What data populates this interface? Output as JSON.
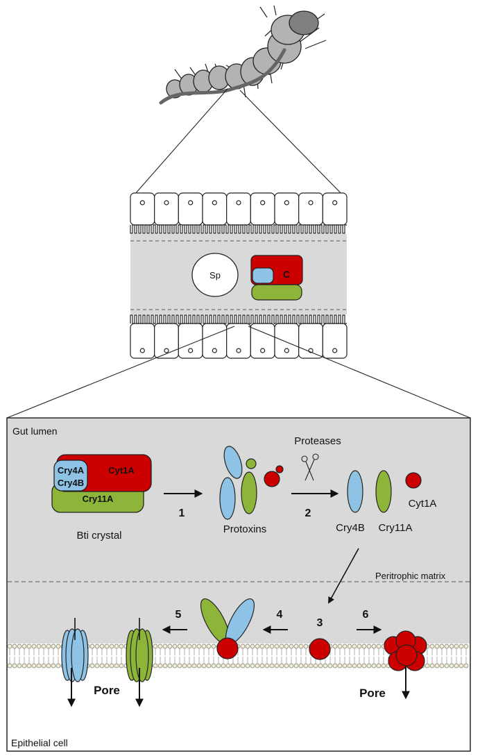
{
  "colors": {
    "red": "#cc0000",
    "blue": "#8ec3e6",
    "green": "#8cb53a",
    "panel_gray": "#d9d9d9",
    "larva_gray": "#b3b3b3",
    "head_gray": "#808080"
  },
  "gut_section": {
    "spore_label": "Sp",
    "crystal_label": "C"
  },
  "panel": {
    "gut_lumen_label": "Gut lumen",
    "epithelial_label": "Epithelial cell",
    "peritrophic_label": "Peritrophic matrix",
    "crystal": {
      "cyt1a_label": "Cyt1A",
      "cry4a_label": "Cry4A",
      "cry4b_label": "Cry4B",
      "cry11a_label": "Cry11A",
      "caption": "Bti crystal"
    },
    "protoxins_label": "Protoxins",
    "proteases_label": "Proteases",
    "toxins": {
      "cry4b_label": "Cry4B",
      "cry11a_label": "Cry11A",
      "cyt1a_label": "Cyt1A"
    },
    "steps": {
      "s1": "1",
      "s2": "2",
      "s3": "3",
      "s4": "4",
      "s5": "5",
      "s6": "6"
    },
    "pore_left_label": "Pore",
    "pore_right_label": "Pore"
  }
}
